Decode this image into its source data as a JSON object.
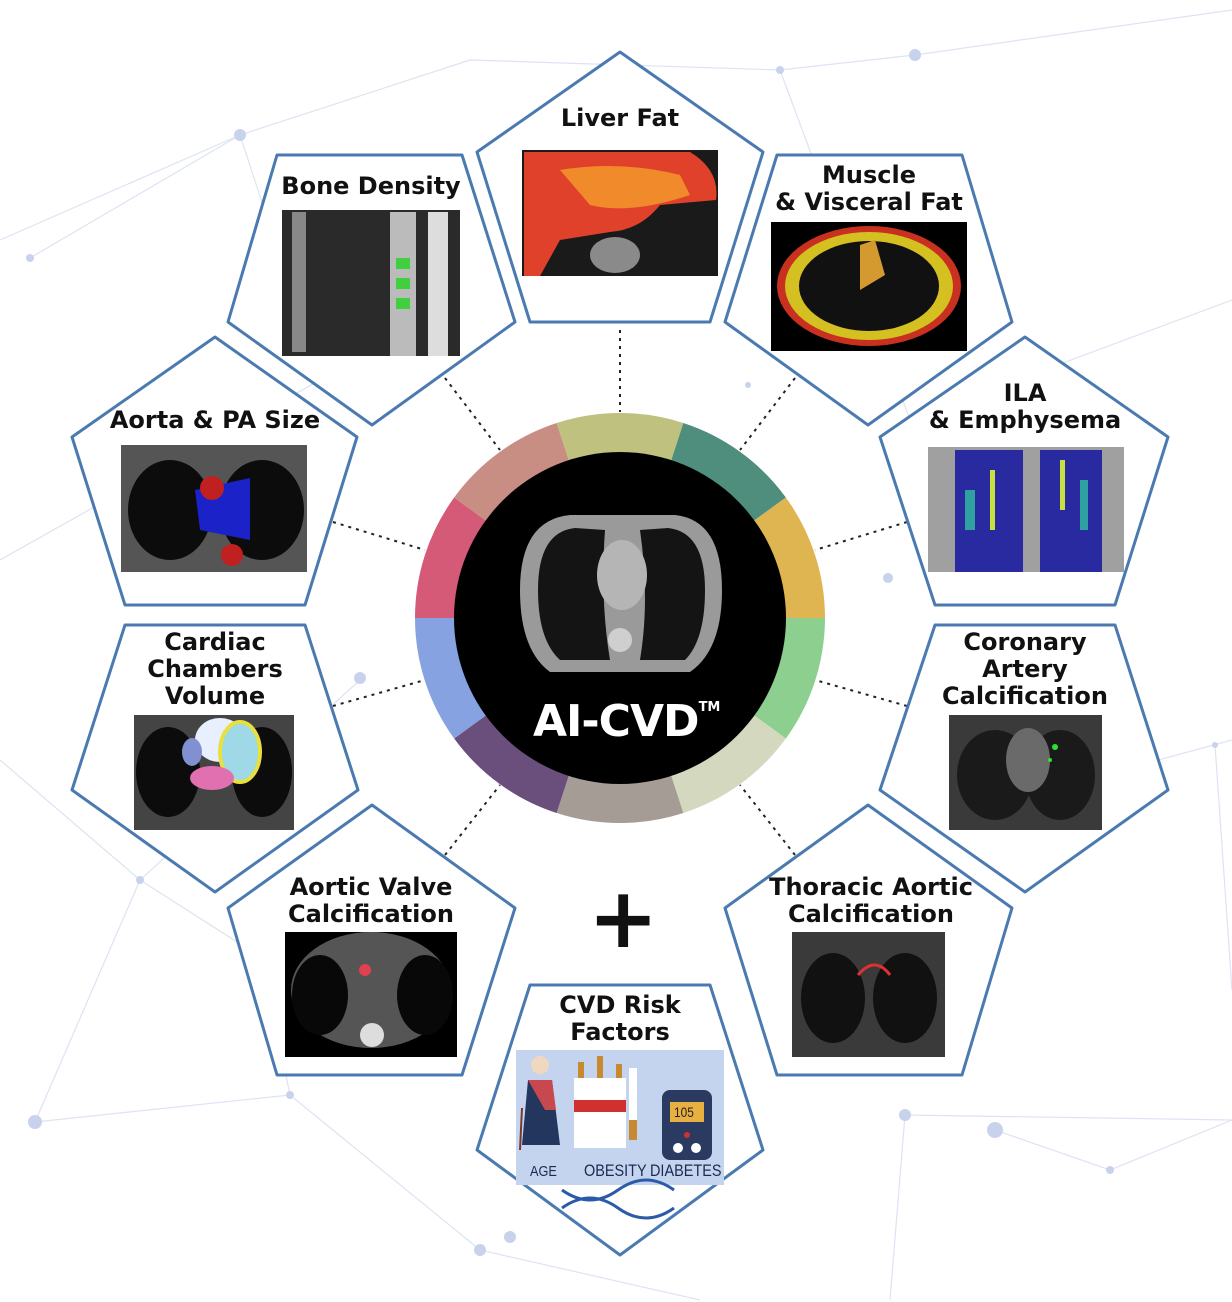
{
  "center": {
    "logo": "AI-CVD",
    "trademark": "TM"
  },
  "ring_colors": [
    "#bfc27f",
    "#4f8e7c",
    "#dfb552",
    "#8ccf8f",
    "#d4d8bf",
    "#a59c96",
    "#6a4f7c",
    "#87a2e0",
    "#d45a78",
    "#c98e83"
  ],
  "border_color": "#4a7ab0",
  "modules": {
    "liver_fat": "Liver Fat",
    "bone_density": "Bone Density",
    "muscle_1": "Muscle",
    "muscle_2": "& Visceral Fat",
    "aorta_pa": "Aorta & PA Size",
    "ila_1": "ILA",
    "ila_2": "& Emphysema",
    "cardiac_1": "Cardiac",
    "cardiac_2": "Chambers",
    "cardiac_3": "Volume",
    "coronary_1": "Coronary",
    "coronary_2": "Artery",
    "coronary_3": "Calcification",
    "aortic_valve_1": "Aortic Valve",
    "aortic_valve_2": "Calcification",
    "thoracic_1": "Thoracic Aortic",
    "thoracic_2": "Calcification",
    "risk_1": "CVD Risk",
    "risk_2": "Factors"
  },
  "plus": "+",
  "risk_factors": {
    "age": "AGE",
    "obesity": "OBESITY",
    "diabetes": "DIABETES",
    "glucose_reading": "105"
  }
}
